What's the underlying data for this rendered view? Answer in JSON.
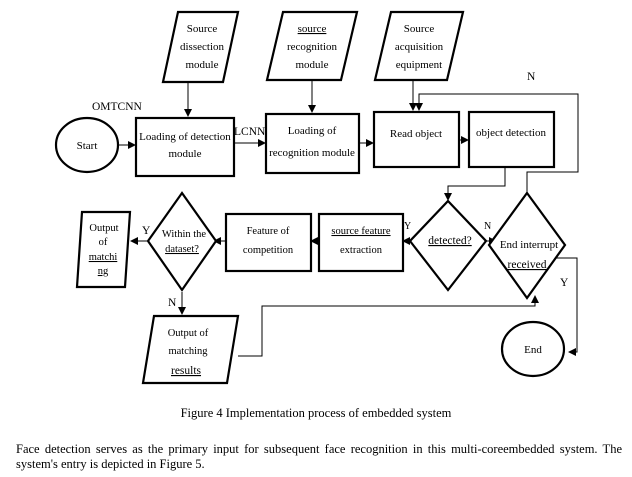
{
  "diagram": {
    "labels": {
      "omtcnn": "OMTCNN",
      "lcnn": "LCNN",
      "n_top": "N",
      "y_detected": "Y",
      "n_detected": "N",
      "y_end": "Y",
      "y_within": "Y",
      "n_within": "N"
    },
    "nodes": {
      "src_dissection": [
        "Source",
        "dissection",
        "module"
      ],
      "src_recognition": [
        "source",
        "recognition",
        "module"
      ],
      "src_acquisition": [
        "Source",
        "acquisition",
        "equipment"
      ],
      "start": "Start",
      "loading_detection": [
        "Loading of detection",
        "module"
      ],
      "loading_recognition": [
        "Loading of",
        "recognition module"
      ],
      "read_object": "Read object",
      "object_detection": "object detection",
      "detected": "detected?",
      "end_interrupt": [
        "End interrupt",
        "received"
      ],
      "source_feature": [
        "source feature",
        "extraction"
      ],
      "feature_competition": [
        "Feature of",
        "competition"
      ],
      "within_dataset": [
        "Within the",
        "dataset?"
      ],
      "output_matching_left": [
        "Output",
        "of",
        "matchi",
        "ng"
      ],
      "output_matching_results": [
        "Output of",
        "matching",
        "results"
      ],
      "end": "End"
    }
  },
  "caption": "Figure 4 Implementation process of embedded system",
  "paragraph": "Face detection serves as the primary input for subsequent face recognition in this multi-coreembedded system. The system's entry is depicted in Figure 5."
}
